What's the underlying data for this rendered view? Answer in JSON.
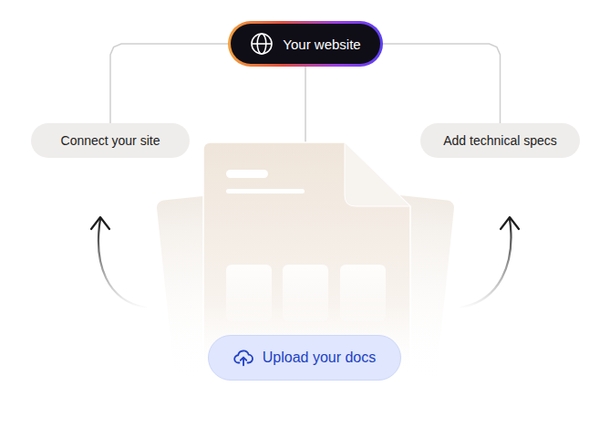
{
  "diagram": {
    "nodes": [
      {
        "text": [
          "Your website"
        ]
      },
      {
        "text": [
          "Connect your site"
        ]
      },
      {
        "text": [
          "Add technical specs"
        ]
      },
      {
        "text": [
          "Upload your docs"
        ]
      }
    ],
    "edges": [
      {
        "from": 0,
        "to": 1,
        "arrow": "none"
      },
      {
        "from": 0,
        "to": 2,
        "arrow": "none"
      }
    ]
  }
}
